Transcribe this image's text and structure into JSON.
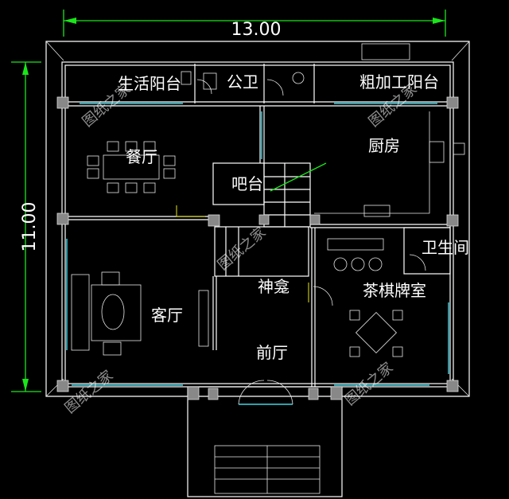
{
  "dimensions": {
    "width_label": "13.00",
    "height_label": "11.00"
  },
  "rooms": {
    "living_balcony": "生活阳台",
    "public_wc": "公卫",
    "rough_kitchen_balcony": "粗加工阳台",
    "dining": "餐厅",
    "kitchen": "厨房",
    "bar": "吧台",
    "bathroom": "卫生间",
    "shrine": "神龛",
    "tea_room": "茶棋牌室",
    "living_room": "客厅",
    "foyer": "前厅"
  },
  "watermark": "图纸之家",
  "colors": {
    "background": "#000000",
    "dimension_lines": "#19e619",
    "windows": "#3fd6e6",
    "walls": "#ffffff"
  }
}
